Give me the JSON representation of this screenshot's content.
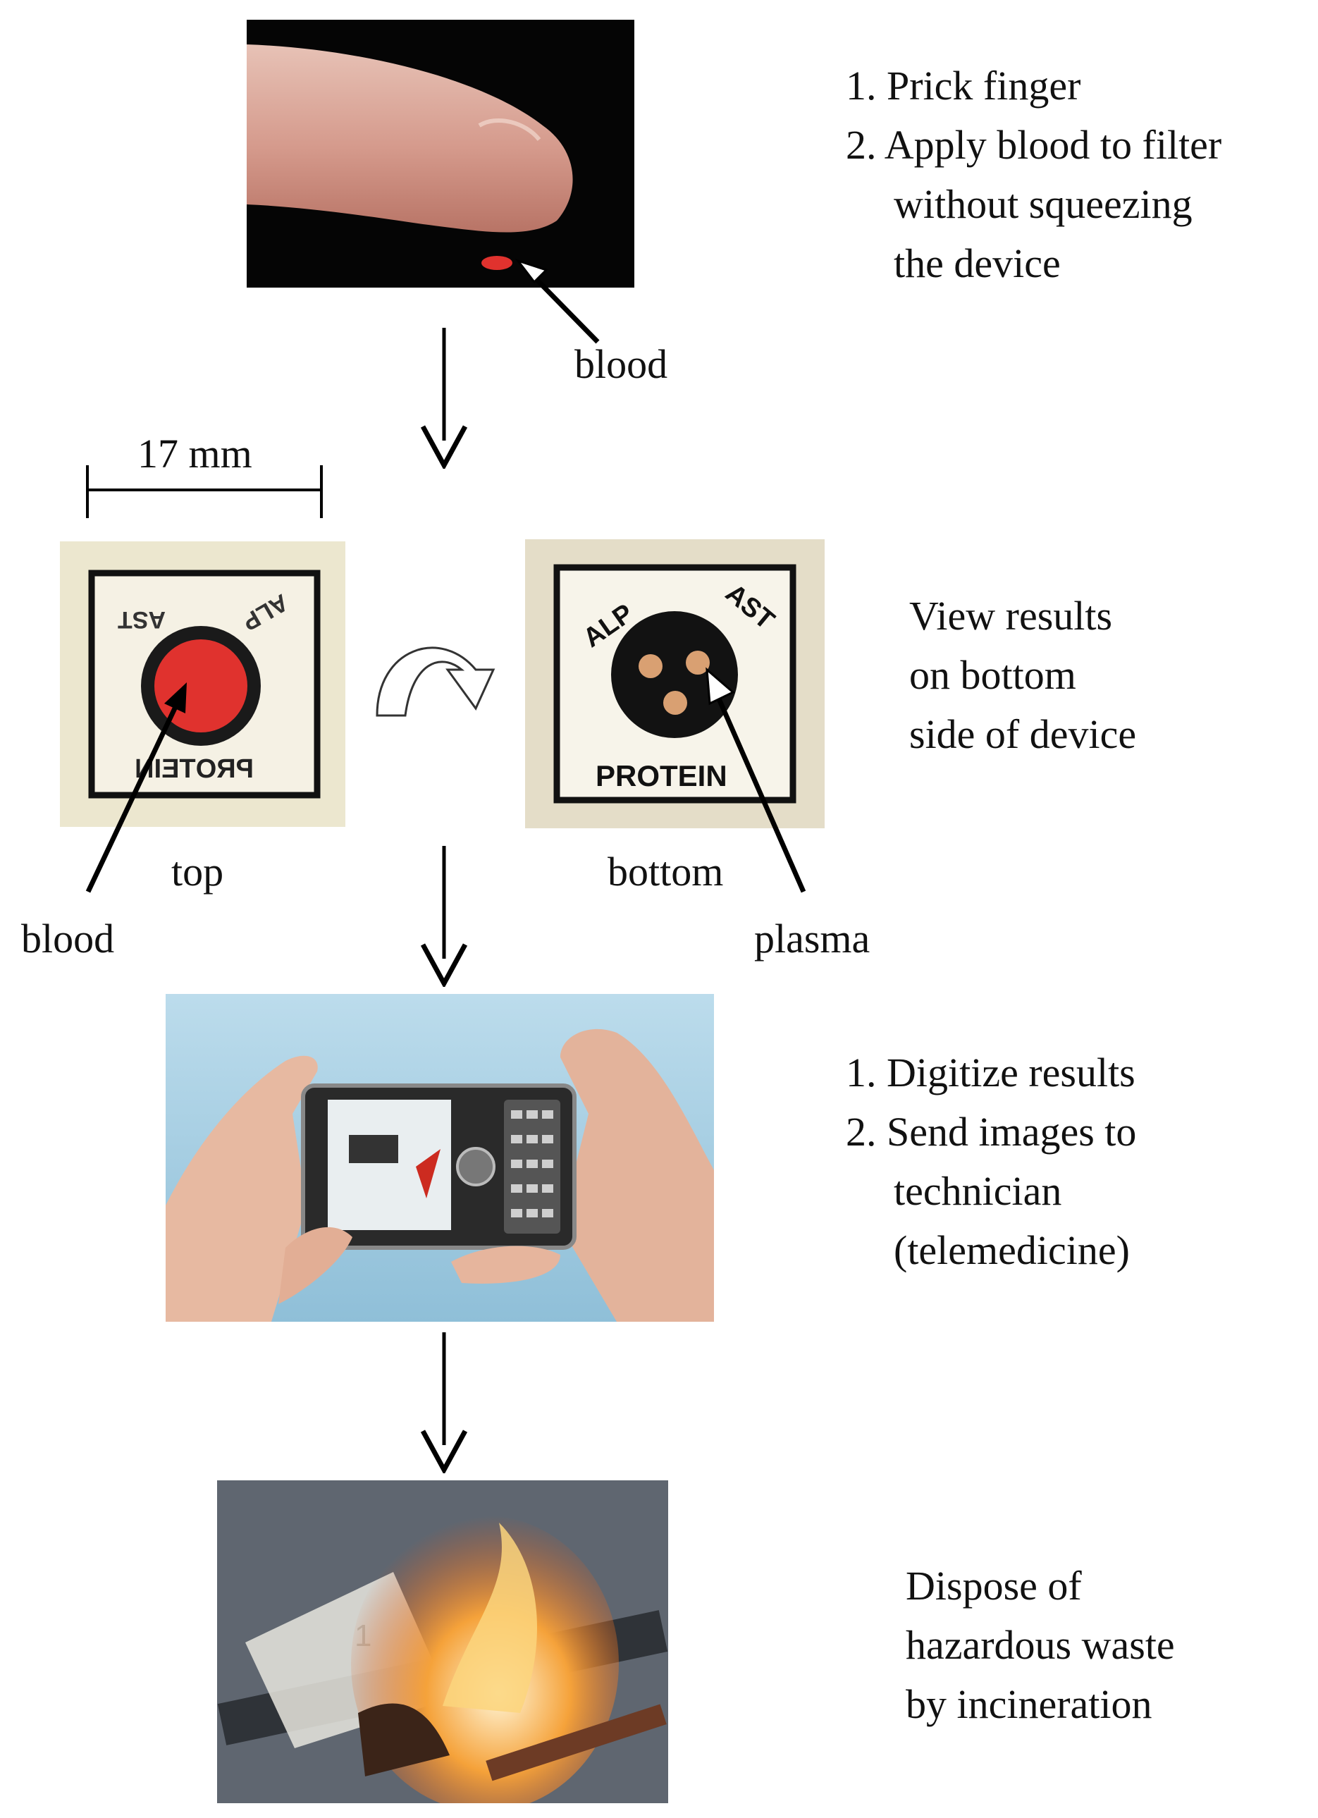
{
  "step1": {
    "instructions": [
      "1. Prick finger",
      "2. Apply blood to filter",
      "without squeezing",
      "the device"
    ],
    "blood_label": "blood"
  },
  "device": {
    "scale_label": "17 mm",
    "top_label": "top",
    "bottom_label": "bottom",
    "top_blood_label": "blood",
    "plasma_label": "plasma",
    "top_text": {
      "alp": "ALP",
      "ast": "AST",
      "protein": "PROTEIN"
    },
    "bottom_text": {
      "alp": "ALP",
      "ast": "AST",
      "protein": "PROTEIN"
    },
    "instructions": [
      "View results",
      "on bottom",
      "side of device"
    ]
  },
  "step3": {
    "instructions": [
      "1. Digitize results",
      "2. Send images to",
      "technician",
      "(telemedicine)"
    ]
  },
  "step4": {
    "plate_digit": "1",
    "instructions": [
      "Dispose of",
      "hazardous waste",
      "by incineration"
    ]
  },
  "colors": {
    "blood_red": "#e0322e",
    "plasma_orange": "#d9a072",
    "sky_blue": "#a9cfe3",
    "flame_orange": "#f5a23a"
  }
}
